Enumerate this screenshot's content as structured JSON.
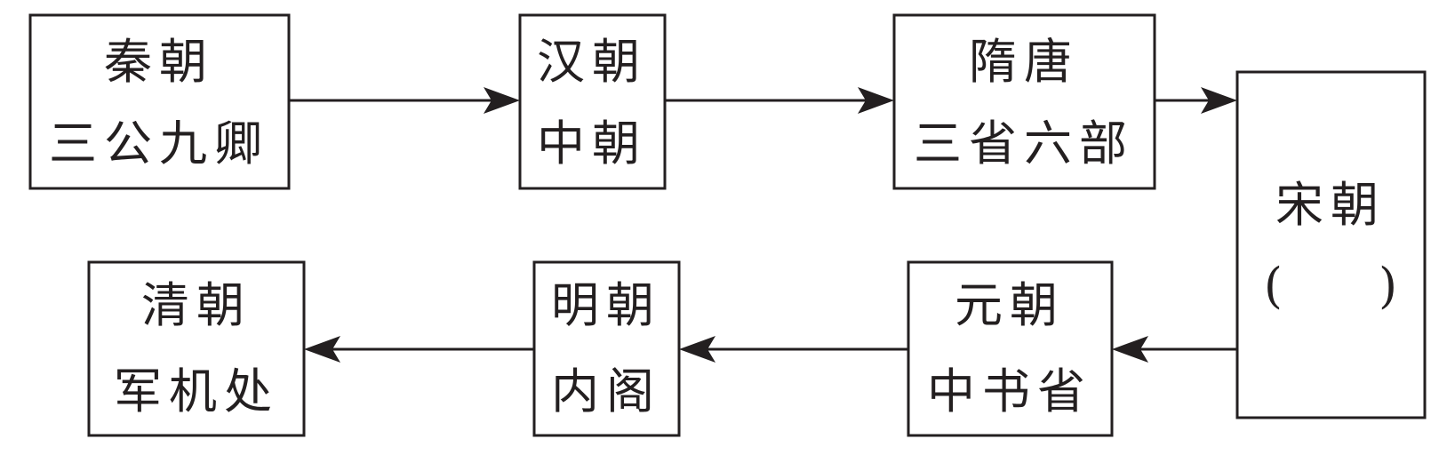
{
  "colors": {
    "stroke": "#231f20",
    "background": "#ffffff"
  },
  "nodes": {
    "qin": {
      "line1": "秦朝",
      "line2": "三公九卿"
    },
    "han": {
      "line1": "汉朝",
      "line2": "中朝"
    },
    "suitang": {
      "line1": "隋唐",
      "line2": "三省六部"
    },
    "song": {
      "line1": "宋朝",
      "line2": "(　　)"
    },
    "yuan": {
      "line1": "元朝",
      "line2": "中书省"
    },
    "ming": {
      "line1": "明朝",
      "line2": "内阁"
    },
    "qing": {
      "line1": "清朝",
      "line2": "军机处"
    }
  }
}
